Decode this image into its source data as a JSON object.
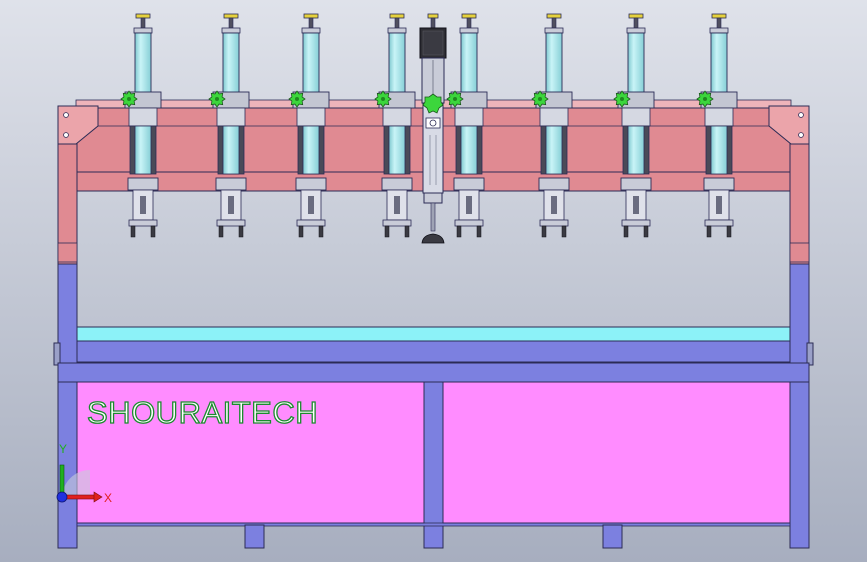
{
  "brand": {
    "logo_text": "SHOURAITECH"
  },
  "triad": {
    "x_label": "X",
    "y_label": "Y"
  },
  "stations": {
    "cylinder_count": 8,
    "center_actuator_count": 1
  },
  "colors": {
    "background_top": "#d9dde6",
    "background_bottom": "#a9b0c0",
    "frame_blue": "#7c80e0",
    "upper_frame_red": "#e08a92",
    "cabinet_pink": "#ff8cff",
    "cyan_bar": "#8cf2f8",
    "cylinder_cyan": "#a6e6ec",
    "knob_green": "#3cd63c",
    "cap_yellow": "#e6d23c",
    "logo_green": "#1b8a2e",
    "axis_x": "#e02020",
    "axis_y": "#20b020",
    "axis_z": "#2030e0"
  }
}
